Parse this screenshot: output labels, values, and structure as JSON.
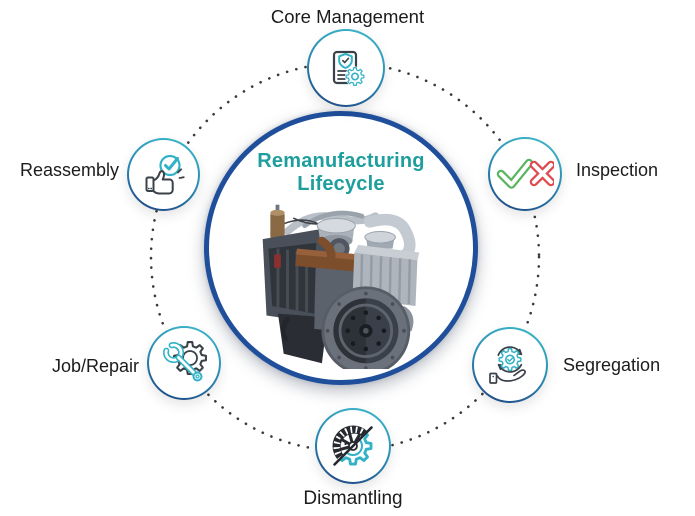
{
  "diagram": {
    "center": {
      "title_line1": "Remanufacturing",
      "title_line2": "Lifecycle",
      "image": "remanufactured-diesel-engine"
    },
    "nodes": [
      {
        "id": "core-management",
        "label": "Core Management",
        "icon": "document-shield-gear-icon"
      },
      {
        "id": "inspection",
        "label": "Inspection",
        "icon": "check-cross-icon"
      },
      {
        "id": "segregation",
        "label": "Segregation",
        "icon": "hand-holding-gear-cycle-icon"
      },
      {
        "id": "dismantling",
        "label": "Dismantling",
        "icon": "half-wheel-gear-icon"
      },
      {
        "id": "job-repair",
        "label": "Job/Repair",
        "icon": "wrench-gear-icon"
      },
      {
        "id": "reassembly",
        "label": "Reassembly",
        "icon": "thumbs-up-check-icon"
      }
    ],
    "colors": {
      "accent_teal": "#31b2c6",
      "title_teal": "#1f9e9e",
      "center_ring_navy": "#1f4e9b",
      "node_border_navy": "#1d3f7e",
      "dotted_ring": "#3a3a3a",
      "label_text": "#1c1c1c",
      "icon_dark": "#3a4149",
      "check_green": "#57b65f",
      "cross_red": "#de4b50"
    }
  }
}
